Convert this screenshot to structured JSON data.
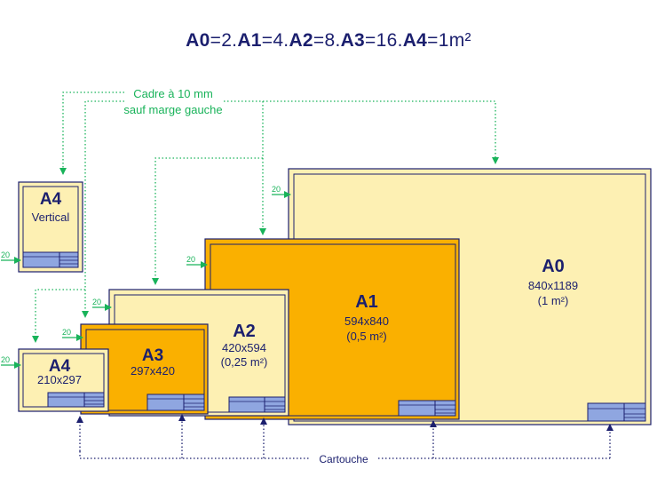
{
  "formula": {
    "p1": "A0",
    "p2": "=2.",
    "p3": "A1",
    "p4": "=4.",
    "p5": "A2",
    "p6": "=8.",
    "p7": "A3",
    "p8": "=16.",
    "p9": "A4",
    "p10": "=1m²"
  },
  "note": {
    "line1": "Cadre à 10 mm",
    "line2": "sauf marge gauche"
  },
  "margin_label": "20",
  "cartouche_label": "Cartouche",
  "sheets": {
    "a0": {
      "name": "A0",
      "dims": "840x1189",
      "area": "(1 m²)"
    },
    "a1": {
      "name": "A1",
      "dims": "594x840",
      "area": "(0,5 m²)"
    },
    "a2": {
      "name": "A2",
      "dims": "420x594",
      "area": "(0,25 m²)"
    },
    "a3": {
      "name": "A3",
      "dims": "297x420"
    },
    "a4": {
      "name": "A4",
      "dims": "210x297"
    },
    "a4v": {
      "name": "A4",
      "dims": "Vertical"
    }
  },
  "colors": {
    "pale": "#fdf0b3",
    "orange": "#fab000",
    "navy": "#1b1f6e",
    "green": "#19b35a",
    "cartouche": "#8fa6e0"
  }
}
